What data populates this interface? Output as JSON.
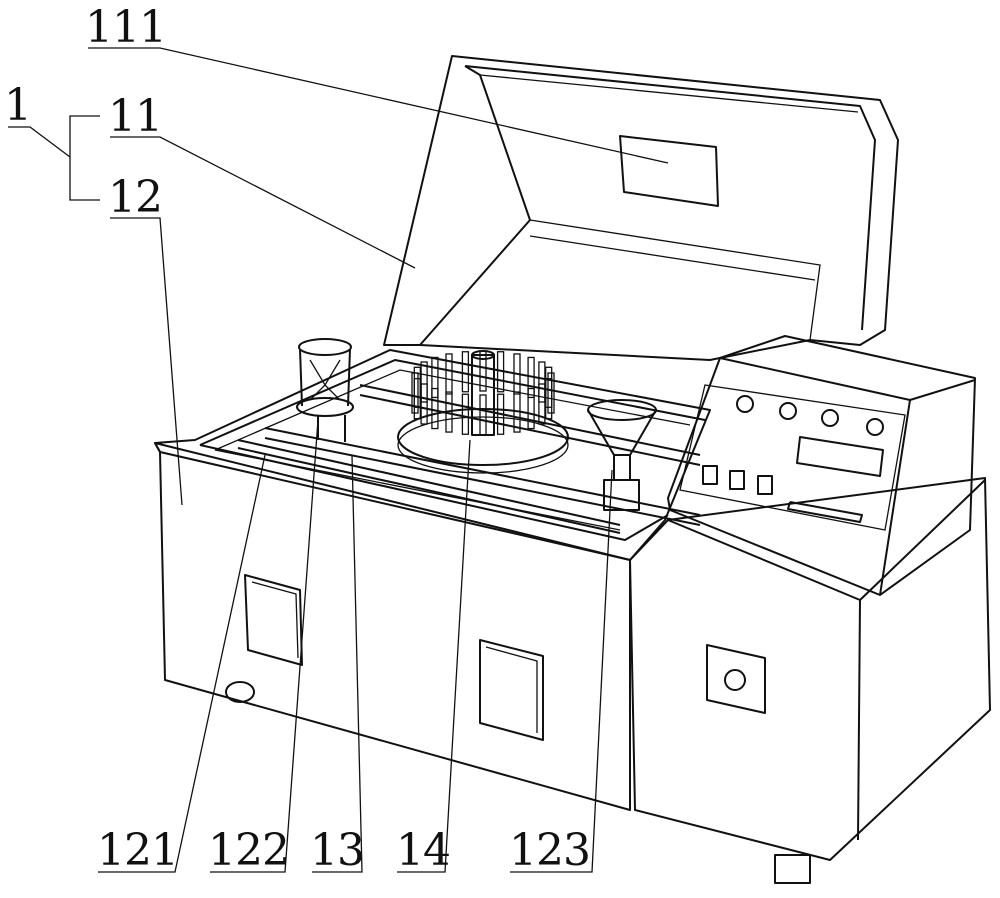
{
  "figure": {
    "labels": {
      "l111": "111",
      "l1": "1",
      "l11": "11",
      "l12": "12",
      "l121": "121",
      "l122": "122",
      "l13": "13",
      "l14": "14",
      "l123": "123"
    }
  }
}
